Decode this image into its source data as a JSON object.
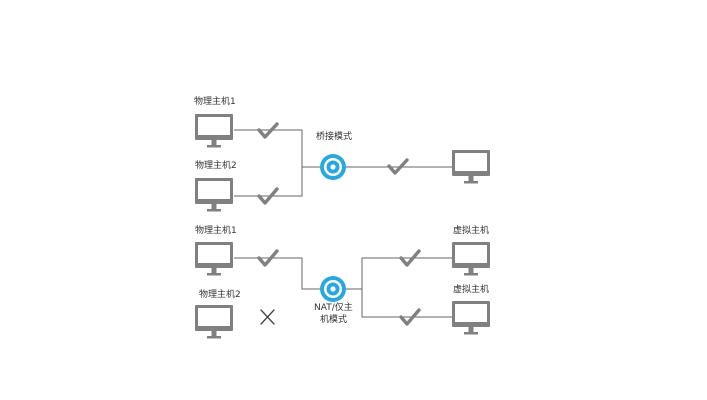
{
  "labels": {
    "host1_top": "物理主机1",
    "host2_top": "物理主机2",
    "bridge_mode": "桥接模式",
    "host1_bottom": "物理主机1",
    "host2_bottom": "物理主机2",
    "nat_mode_line1": "NAT/仅主",
    "nat_mode_line2": "机模式",
    "vm1": "虚拟主机",
    "vm2": "虚拟主机"
  },
  "colors": {
    "line": "#666666",
    "monitor": "#808080",
    "hub_ring": "#29a8e0",
    "hub_inner": "#ffffff"
  },
  "icons": {
    "connected": "check-icon",
    "disconnected": "cross-icon",
    "device": "monitor-icon",
    "switch": "network-hub-icon"
  }
}
